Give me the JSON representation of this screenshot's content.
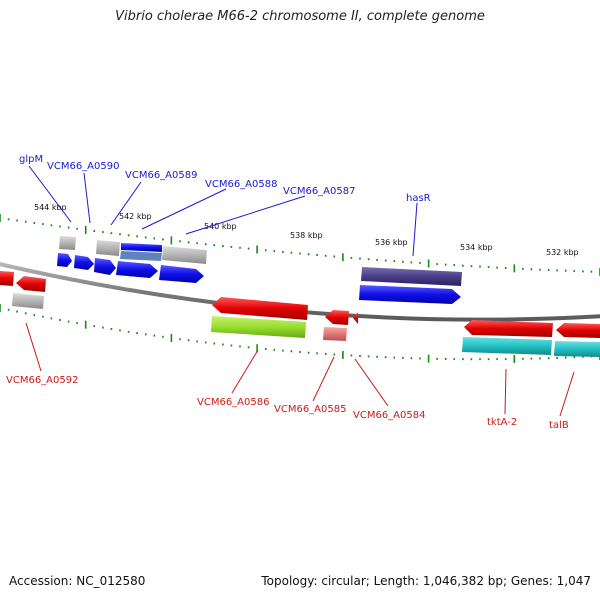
{
  "title": "Vibrio cholerae M66-2 chromosome II, complete genome",
  "footer": {
    "accession": "Accession: NC_012580",
    "meta": "Topology: circular; Length: 1,046,382 bp; Genes: 1,047"
  },
  "ticks": [
    "544 kbp",
    "542 kbp",
    "540 kbp",
    "538 kbp",
    "536 kbp",
    "534 kbp",
    "532 kbp"
  ],
  "labels_top": [
    "glpM",
    "VCM66_A0590",
    "VCM66_A0589",
    "VCM66_A0588",
    "VCM66_A0587",
    "hasR"
  ],
  "labels_bottom": [
    "VCM66_A0592",
    "VCM66_A0586",
    "VCM66_A0585",
    "VCM66_A0584",
    "tktA-2",
    "talB"
  ],
  "colors": {
    "forward_label": "#1a1ad0",
    "reverse_label": "#cc1a1a",
    "forward_gene": "#1414e0",
    "reverse_gene": "#e01010",
    "backbone": "#888888",
    "tick": "#1a8a1a",
    "gray_feature": "#b4b4b4",
    "purple_feature": "#4a3d88",
    "teal_feature": "#2fbfbf",
    "lime_feature": "#98de30",
    "pink_feature": "#e07878"
  }
}
